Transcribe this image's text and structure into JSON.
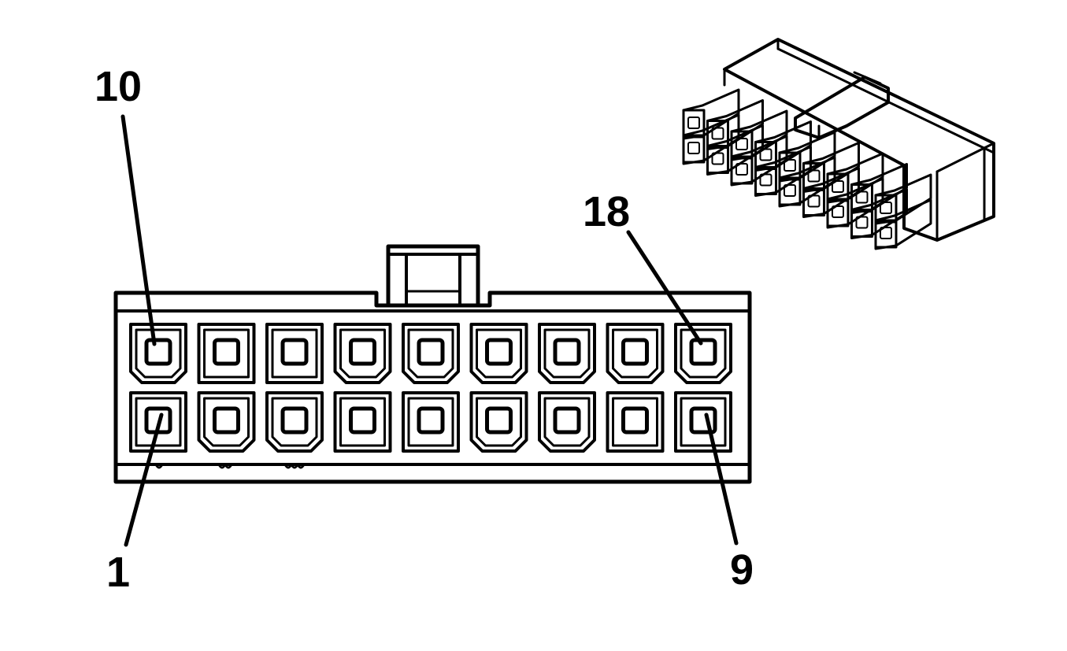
{
  "diagram": {
    "colors": {
      "line": "#000000",
      "background": "#ffffff"
    },
    "pin_labels": [
      {
        "id": "pin-10",
        "text": "10"
      },
      {
        "id": "pin-18",
        "text": "18"
      },
      {
        "id": "pin-1",
        "text": "1"
      },
      {
        "id": "pin-9",
        "text": "9"
      }
    ],
    "connector": {
      "rows": 2,
      "columns": 9,
      "cavity_count": 18
    }
  }
}
